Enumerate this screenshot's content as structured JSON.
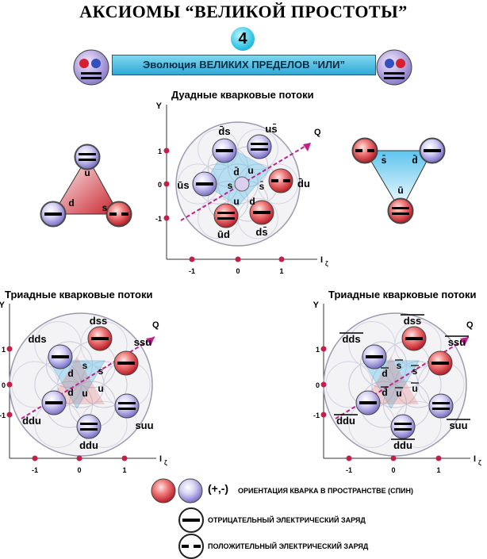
{
  "title": "АКСИОМЫ “ВЕЛИКОЙ ПРОСТОТЫ”",
  "number": "4",
  "banner": "Эволюция ВЕЛИКИХ ПРЕДЕЛОВ “ИЛИ”",
  "diagrams": {
    "dual": {
      "title": "Дуадные кварковые потоки",
      "labels": [
        "d̄s",
        "us̄",
        "ūs",
        "d̄u",
        "ūd",
        "ds̄",
        "d̄",
        "u",
        "s",
        "s̄",
        "u",
        "ū",
        "d"
      ],
      "y_ticks": [
        "1",
        "0",
        "-1"
      ],
      "x_ticks": [
        "-1",
        "0",
        "1"
      ],
      "axis_y": "Y",
      "axis_x": "I",
      "axis_x_sub": "ζ",
      "arrow": "Q"
    },
    "triad_left": {
      "title": "Триадные кварковые потоки",
      "labels": [
        "dss",
        "dds",
        "ssu",
        "ddu",
        "suu",
        "ddu"
      ],
      "inner": [
        "d",
        "s",
        "s",
        "d",
        "u",
        "u"
      ],
      "y_ticks": [
        "1",
        "0",
        "-1"
      ],
      "x_ticks": [
        "-1",
        "0",
        "1"
      ],
      "axis_y": "Y",
      "axis_x": "I",
      "axis_x_sub": "ζ",
      "arrow": "Q"
    },
    "triad_right": {
      "title": "Триадные кварковые потоки",
      "labels": [
        "dss",
        "dds",
        "ssu",
        "ddu",
        "suu",
        "ddu"
      ],
      "inner": [
        "d",
        "s",
        "s",
        "d",
        "u",
        "u"
      ],
      "y_ticks": [
        "1",
        "0",
        "-1"
      ],
      "x_ticks": [
        "-1",
        "0",
        "1"
      ],
      "axis_y": "Y",
      "axis_x": "I",
      "axis_x_sub": "ζ",
      "arrow": "Q"
    },
    "triangle_left": {
      "labels": [
        "u",
        "d",
        "s"
      ]
    },
    "triangle_right": {
      "labels": [
        "s̄",
        "d̄",
        "ū"
      ]
    }
  },
  "legend": {
    "spin_sign": "(+,-)",
    "spin": "ОРИЕНТАЦИЯ КВАРКА В ПРОСТРАНСТВЕ (СПИН)",
    "negative": "ОТРИЦАТЕЛЬНЫЙ ЭЛЕКТРИЧЕСКИЙ ЗАРЯД",
    "positive": "ПОЛОЖИТЕЛЬНЫЙ  ЭЛЕКТРИЧЕСКИЙ ЗАРЯД"
  },
  "colors": {
    "red_quark": "#e0404a",
    "blue_quark": "#8e86d8",
    "arrow": "#c0208a",
    "accent": "#2fa8d8"
  }
}
